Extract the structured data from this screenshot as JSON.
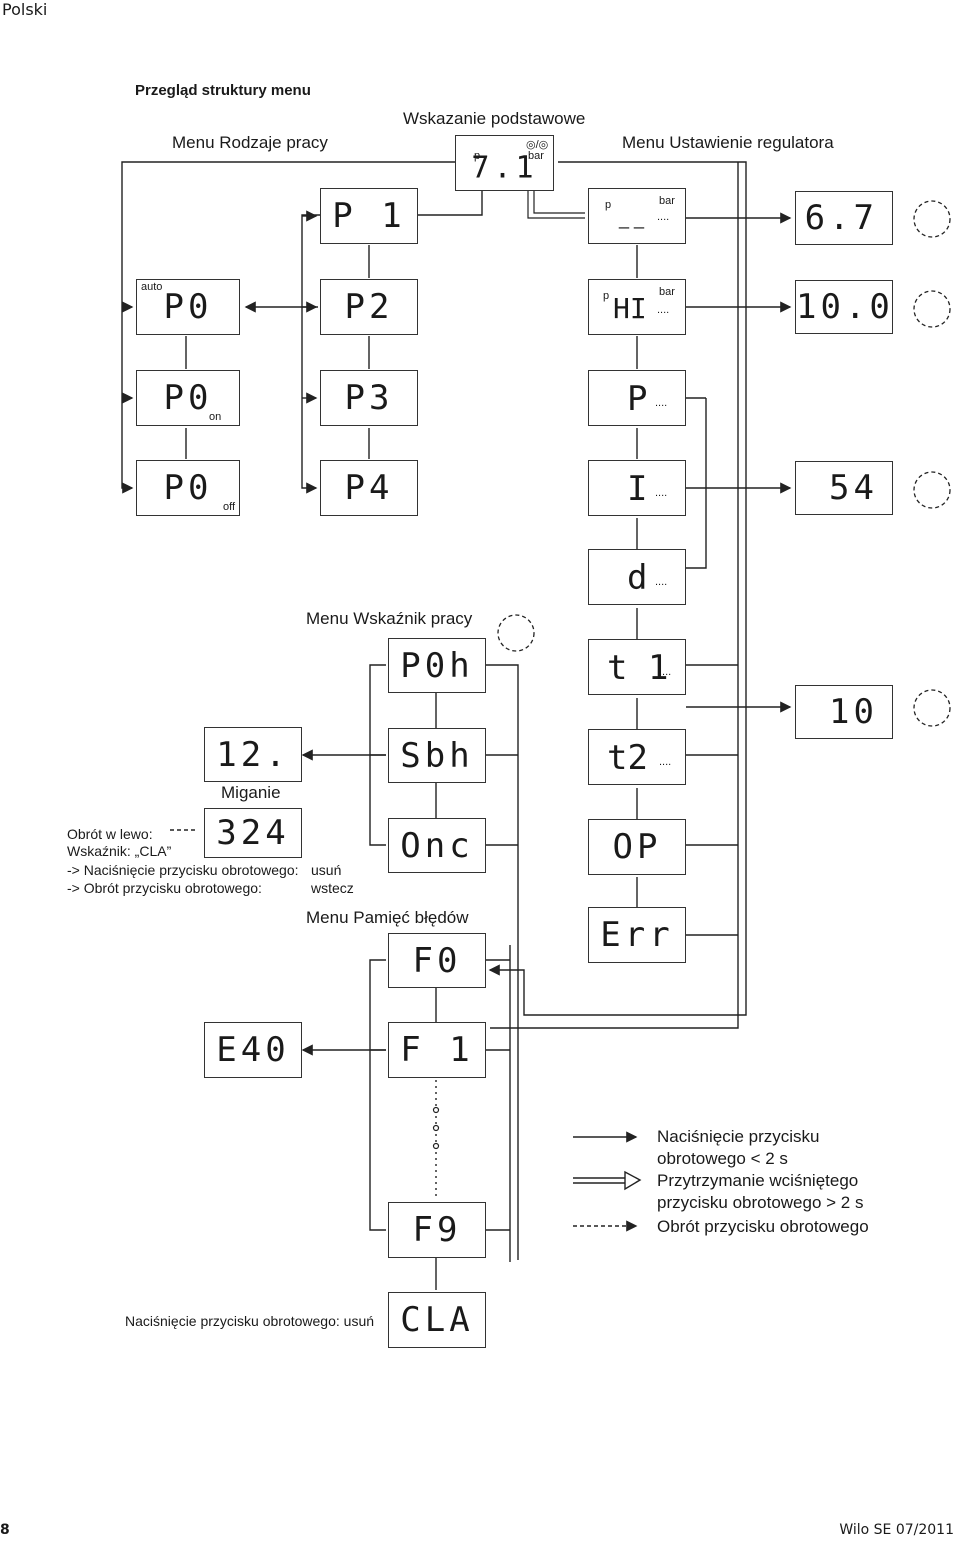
{
  "header": {
    "language": "Polski"
  },
  "title": "Przegląd struktury menu",
  "sections": {
    "operating_modes": "Menu Rodzaje pracy",
    "basic_display": "Wskazanie podstawowe",
    "controller_settings": "Menu Ustawienie regulatora",
    "operation_indicator": "Menu Wskaźnik pracy",
    "error_memory": "Menu Pamięć błędów",
    "blinking": "Miganie"
  },
  "displays": {
    "basic": {
      "value": "7.1",
      "unit": "bar",
      "prefix": "p",
      "icons": "◎/◎"
    },
    "p1": "P 1",
    "p2": "P2",
    "p3": "P3",
    "p4": "P4",
    "p0_auto": {
      "value": "P0",
      "label": "auto"
    },
    "p0_on": {
      "value": "P0",
      "label": "on"
    },
    "p0_off": {
      "value": "P0",
      "label": "off"
    },
    "p_setpoint": {
      "prefix": "p",
      "value": "_ _",
      "suffix": "....",
      "unit": "bar"
    },
    "p_hi": {
      "prefix": "p",
      "value": "HI",
      "suffix": "....",
      "unit": "bar"
    },
    "ctrl_p": {
      "value": "P",
      "suffix": "...."
    },
    "ctrl_i": {
      "value": "I",
      "suffix": "...."
    },
    "ctrl_d": {
      "value": "d",
      "suffix": "...."
    },
    "ctrl_t1": {
      "value": "t 1",
      "suffix": "...."
    },
    "ctrl_t2": {
      "value": "t2",
      "suffix": "...."
    },
    "ctrl_op": "OP",
    "ctrl_err": "Err",
    "val_67": "6.7",
    "val_100": "10.0",
    "val_54": "54",
    "val_10": "10",
    "ind_p0h": "P0h",
    "ind_sbh": "Sbh",
    "ind_onc": "Onc",
    "blink_12": "12.",
    "blink_324": "324",
    "err_f0": "F0",
    "err_f1": "F 1",
    "err_f9": "F9",
    "err_cla": "CLA",
    "err_e40": "E40"
  },
  "notes": {
    "rotate_left": "Obrót w lewo:",
    "indicator_cla": "Wskaźnik: „CLA”",
    "press_action": "-> Naciśnięcie przycisku obrotowego:",
    "press_value": "usuń",
    "rotate_action": "-> Obrót przycisku obrotowego:",
    "rotate_value": "wstecz",
    "press_clear": "Naciśnięcie przycisku obrotowego: usuń"
  },
  "legend": {
    "press_short_1": "Naciśnięcie przycisku",
    "press_short_2": "obrotowego < 2 s",
    "hold_long_1": "Przytrzymanie wciśniętego",
    "hold_long_2": "przycisku obrotowego > 2 s",
    "rotate": "Obrót przycisku obrotowego"
  },
  "footer": {
    "page": "8",
    "doc_id": "Wilo SE 07/2011"
  }
}
